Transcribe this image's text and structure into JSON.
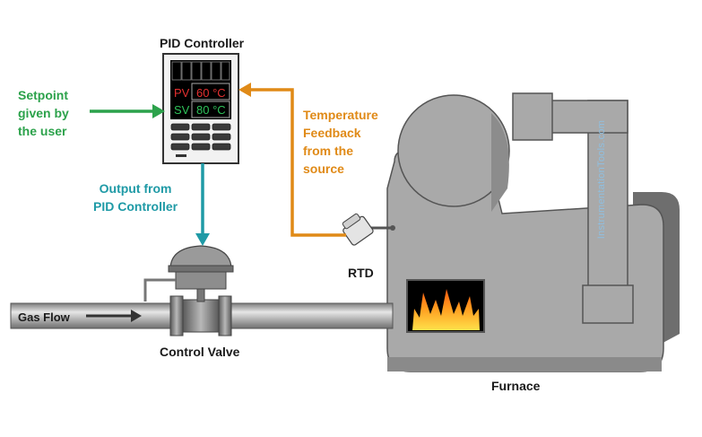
{
  "labels": {
    "pid_controller": "PID Controller",
    "setpoint": [
      "Setpoint",
      "given by",
      "the user"
    ],
    "output": [
      "Output from",
      "PID Controller"
    ],
    "feedback": [
      "Temperature",
      "Feedback",
      "from the",
      "source"
    ],
    "rtd": "RTD",
    "control_valve": "Control Valve",
    "furnace": "Furnace",
    "gas_flow": "Gas Flow"
  },
  "display": {
    "pv_label": "PV",
    "pv_value": "60 °C",
    "sv_label": "SV",
    "sv_value": "80 °C"
  },
  "watermark": "InstrumentationTools.com",
  "colors": {
    "setpoint_arrow": "#2ca24b",
    "output_arrow": "#1f9aa6",
    "feedback_arrow": "#e08a17",
    "pv_text": "#e53030",
    "sv_text": "#2fc25a",
    "furnace_body": "#a9a9a9",
    "flame": "#f7a01b"
  }
}
